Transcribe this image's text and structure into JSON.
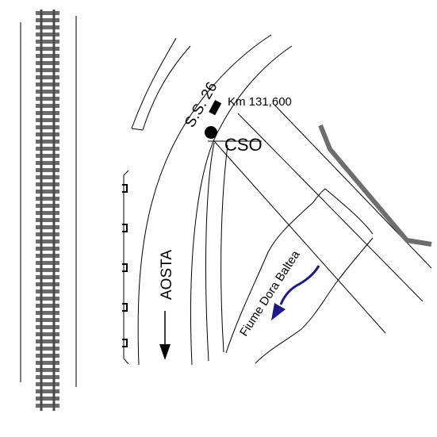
{
  "map": {
    "labels": {
      "road": "S.S. 26",
      "km_marker": "Km 131,600",
      "station": "CSO",
      "direction": "AOSTA",
      "river": "Fiume Dora Baltea"
    },
    "colors": {
      "lines": "#000000",
      "railway_sleepers": "#6b6b6b",
      "railway_rails": "#4a4a4a",
      "wall": "#6e6e6e",
      "river_arrow": "#1a1a8c",
      "background": "#ffffff"
    },
    "icons": {
      "railway": "railway-track-icon",
      "station": "station-dot-icon",
      "km_marker": "km-marker-icon",
      "direction_arrow": "arrow-down-icon",
      "flow_arrow": "flow-arrow-icon"
    }
  }
}
